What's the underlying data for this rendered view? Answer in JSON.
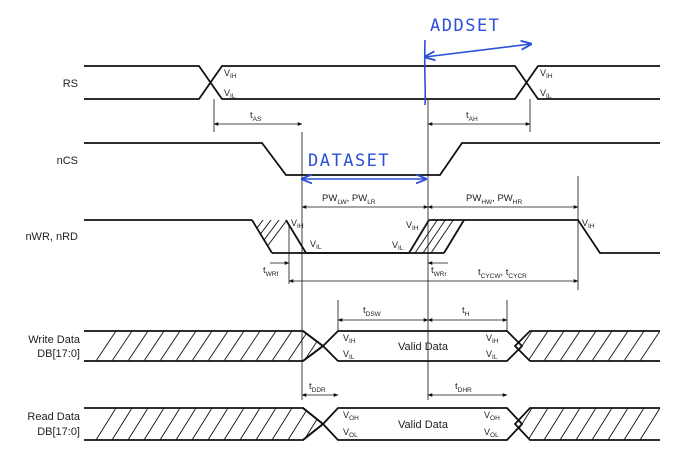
{
  "signals": {
    "rs": "RS",
    "ncs": "nCS",
    "nwr": "nWR, nRD",
    "write_data_1": "Write Data",
    "write_data_2": "DB[17:0]",
    "read_data_1": "Read Data",
    "read_data_2": "DB[17:0]"
  },
  "levels": {
    "v": "V",
    "ih": "IH",
    "il": "IL",
    "oh": "OH",
    "ol": "OL"
  },
  "timing": {
    "t": "t",
    "pw": "PW",
    "as": "AS",
    "ah": "AH",
    "lw": "LW",
    "lr": "LR",
    "hw": "HW",
    "hr": "HR",
    "wrf": "WRf",
    "wrr": "WRr",
    "cycw": "CYCW",
    "cycr": "CYCR",
    "dsw": "DSW",
    "h": "H",
    "ddr": "DDR",
    "dhr": "DHR",
    "sep": ", "
  },
  "data_labels": {
    "write": "Valid Data",
    "read": "Valid Data"
  },
  "annotations": {
    "addset": "ADDSET",
    "dataset": "DATASET"
  },
  "colors": {
    "ink": "#111111",
    "annotation": "#2b4fd8"
  }
}
